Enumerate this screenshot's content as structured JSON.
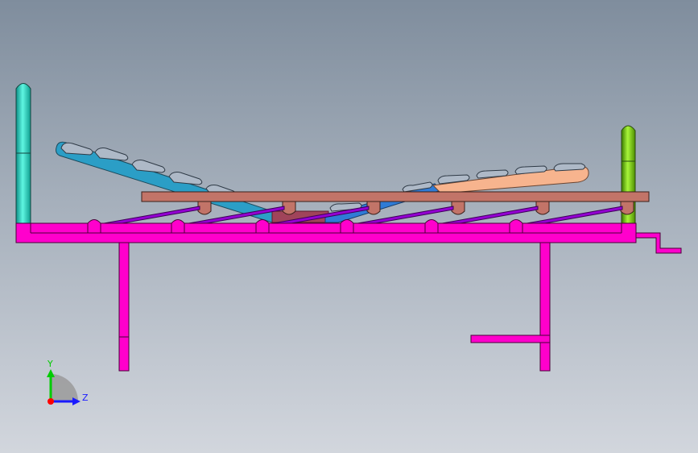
{
  "viewport": {
    "background_top": "#7f8d9d",
    "background_bottom": "#d2d6dd"
  },
  "model": {
    "name": "",
    "parts": [
      "headboard-post",
      "footboard-post",
      "bed-frame",
      "legs",
      "adjustable-mattress-back-section",
      "adjustable-mattress-foot-section",
      "support-plank",
      "slats",
      "crank-handle"
    ],
    "colors": {
      "frame": "#ff00cc",
      "slat": "#9400d3",
      "plank": "#c27468",
      "headboard": "#20e0c0",
      "footboard": "#7ccd00",
      "mattress_back": "#2b9ec6",
      "mattress_foot": "#f7b48e",
      "mattress_center": "#2f7bd6",
      "mattress_block": "#a0445a"
    }
  },
  "triad": {
    "y_label": "Y",
    "z_label": "Z",
    "y_color": "#00cc00",
    "z_color": "#1a1aff",
    "origin_color": "#ff0000"
  }
}
